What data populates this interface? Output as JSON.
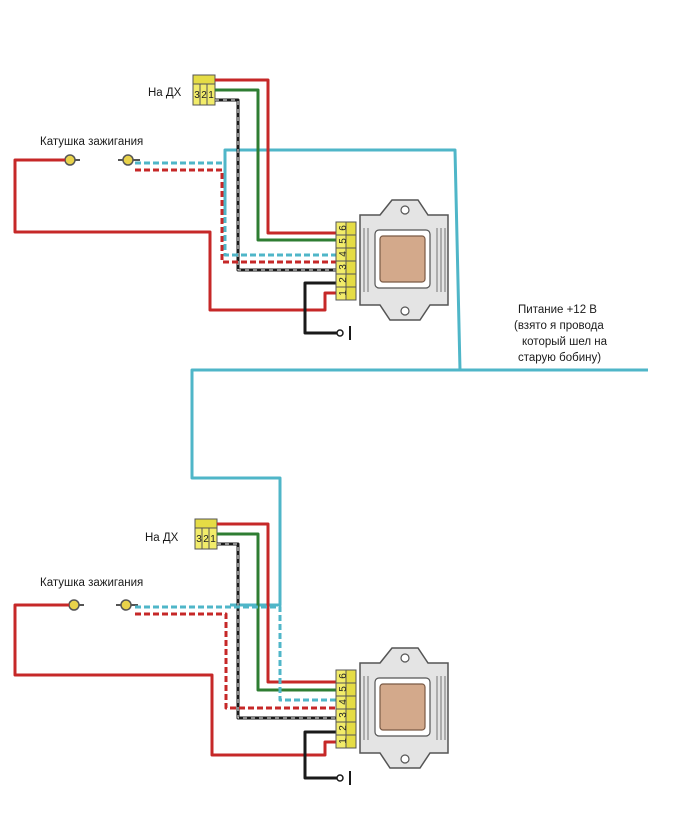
{
  "circuits": [
    {
      "sensor_label": "На ДХ",
      "coil_label": "Катушка зажигания",
      "sensor_pins": [
        "3",
        "2",
        "1"
      ],
      "module_pins": [
        "1",
        "2",
        "3",
        "4",
        "5",
        "6"
      ]
    },
    {
      "sensor_label": "На ДХ",
      "coil_label": "Катушка зажигания",
      "sensor_pins": [
        "3",
        "2",
        "1"
      ],
      "module_pins": [
        "1",
        "2",
        "3",
        "4",
        "5",
        "6"
      ]
    }
  ],
  "power": {
    "lines": [
      "Питание +12 В",
      "(взято я провода",
      "который шел на",
      "старую бобину)"
    ]
  },
  "colors": {
    "red": "#c62828",
    "green": "#2e7d32",
    "cyan": "#4fb6c8",
    "black": "#1a1a1a",
    "connector_yellow": "#f2ec6a"
  }
}
